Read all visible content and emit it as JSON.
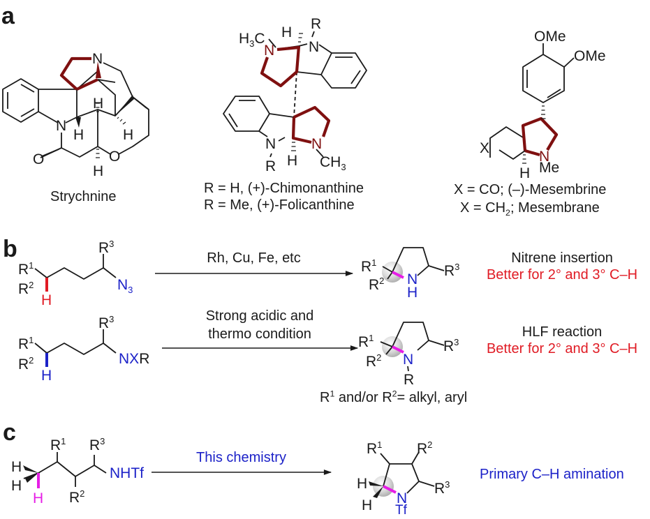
{
  "colors": {
    "highlight_ring": "#7f1010",
    "red_text": "#e01b24",
    "blue_text": "#1c22c8",
    "magenta_bond": "#e61ee6",
    "bond": "#1a1a1a"
  },
  "panel_a": {
    "label": "a",
    "compounds": [
      {
        "name": "Strychnine",
        "atoms": [
          "N",
          "N",
          "H",
          "H",
          "H",
          "H",
          "O",
          "O"
        ]
      },
      {
        "name_lines": [
          "R = H, (+)-Chimonanthine",
          "R = Me, (+)-Folicanthine"
        ],
        "atoms": [
          "R",
          "H3C",
          "H",
          "N",
          "N",
          "N",
          "N",
          "H",
          "CH3",
          "R"
        ]
      },
      {
        "name_lines": [
          "X = CO; (–)-Mesembrine",
          "X = CH2; Mesembrane"
        ],
        "atoms": [
          "OMe",
          "OMe",
          "X",
          "N",
          "Me",
          "H"
        ]
      }
    ]
  },
  "panel_b": {
    "label": "b",
    "reactions": [
      {
        "substrate_group": "N3",
        "conditions": "Rh, Cu, Fe, etc",
        "product_nh": [
          "N",
          "H"
        ],
        "title": "Nitrene insertion",
        "note": "Better for 2° and 3° C–H"
      },
      {
        "substrate_group": "NXR",
        "conditions_lines": [
          "Strong acidic and",
          "thermo condition"
        ],
        "product_nr": [
          "N",
          "R"
        ],
        "title": "HLF reaction",
        "note": "Better for 2° and 3° C–H"
      }
    ],
    "footnote": "R1 and/or R2 = alkyl, aryl"
  },
  "panel_c": {
    "label": "c",
    "substrate_group": "NHTf",
    "conditions": "This chemistry",
    "product_n": [
      "N",
      "Tf"
    ],
    "note": "Primary C–H amination"
  },
  "text": {
    "R1": "R",
    "R2": "R",
    "R3": "R",
    "sup1": "1",
    "sup2": "2",
    "sup3": "3",
    "H": "H",
    "N": "N",
    "O": "O",
    "X": "X",
    "R": "R",
    "OMe": "OMe",
    "Me": "Me",
    "H3C_H": "H",
    "H3C_C": "C",
    "sub3": "3",
    "CH3": "CH",
    "N3_N": "N",
    "NXR_NX": "NX",
    "NXR_R": "R",
    "NHTf": "NHTf",
    "Tf": "Tf",
    "footnote_pre": " and/or ",
    "footnote_post": "= alkyl, aryl",
    "CH2_pre": "X = CH",
    "CH2_sub": "2",
    "CH2_post": "; Mesembrane"
  }
}
